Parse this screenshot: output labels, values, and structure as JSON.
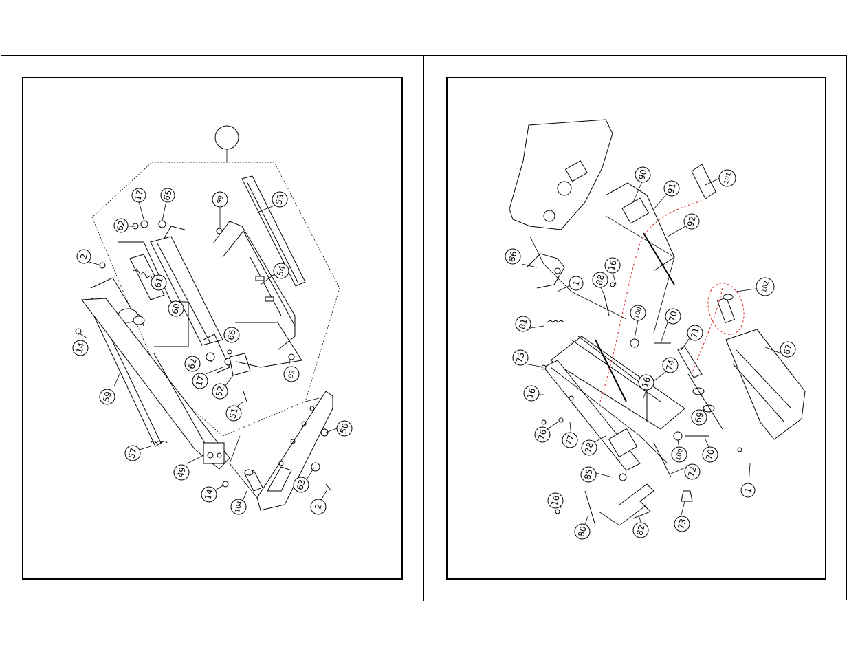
{
  "colors": {
    "line": "#000000",
    "highlight": "#e03030",
    "background": "#ffffff"
  },
  "left_panel": {
    "callouts": [
      {
        "id": "c2a",
        "label": "2"
      },
      {
        "id": "c17a",
        "label": "17"
      },
      {
        "id": "c65",
        "label": "65"
      },
      {
        "id": "c62a",
        "label": "62"
      },
      {
        "id": "c99a",
        "label": "99"
      },
      {
        "id": "c53",
        "label": "53"
      },
      {
        "id": "c61",
        "label": "61"
      },
      {
        "id": "c54",
        "label": "54"
      },
      {
        "id": "c60",
        "label": "60"
      },
      {
        "id": "c14a",
        "label": "14"
      },
      {
        "id": "c66",
        "label": "66"
      },
      {
        "id": "c62b",
        "label": "62"
      },
      {
        "id": "c99b",
        "label": "99"
      },
      {
        "id": "c17b",
        "label": "17"
      },
      {
        "id": "c52",
        "label": "52"
      },
      {
        "id": "c59",
        "label": "59"
      },
      {
        "id": "c51",
        "label": "51"
      },
      {
        "id": "c50",
        "label": "50"
      },
      {
        "id": "c57",
        "label": "57"
      },
      {
        "id": "c49",
        "label": "49"
      },
      {
        "id": "c14b",
        "label": "14"
      },
      {
        "id": "c104",
        "label": "104"
      },
      {
        "id": "c63",
        "label": "63"
      },
      {
        "id": "c2b",
        "label": "2"
      },
      {
        "id": "cblank",
        "label": ""
      }
    ]
  },
  "right_panel": {
    "callouts": [
      {
        "id": "r90",
        "label": "90"
      },
      {
        "id": "r101",
        "label": "101"
      },
      {
        "id": "r91",
        "label": "91"
      },
      {
        "id": "r92",
        "label": "92"
      },
      {
        "id": "r86",
        "label": "86"
      },
      {
        "id": "r16a",
        "label": "16"
      },
      {
        "id": "r1a",
        "label": "1"
      },
      {
        "id": "r88",
        "label": "88"
      },
      {
        "id": "r102",
        "label": "102"
      },
      {
        "id": "r100a",
        "label": "100"
      },
      {
        "id": "r70a",
        "label": "70"
      },
      {
        "id": "r81",
        "label": "81"
      },
      {
        "id": "r71",
        "label": "71"
      },
      {
        "id": "r67",
        "label": "67"
      },
      {
        "id": "r75",
        "label": "75"
      },
      {
        "id": "r74",
        "label": "74"
      },
      {
        "id": "r16b",
        "label": "16"
      },
      {
        "id": "r16c",
        "label": "16"
      },
      {
        "id": "r69",
        "label": "69"
      },
      {
        "id": "r76",
        "label": "76"
      },
      {
        "id": "r77",
        "label": "77"
      },
      {
        "id": "r78",
        "label": "78"
      },
      {
        "id": "r100b",
        "label": "100"
      },
      {
        "id": "r70b",
        "label": "70"
      },
      {
        "id": "r72",
        "label": "72"
      },
      {
        "id": "r85",
        "label": "85"
      },
      {
        "id": "r1b",
        "label": "1"
      },
      {
        "id": "r16d",
        "label": "16"
      },
      {
        "id": "r73",
        "label": "73"
      },
      {
        "id": "r80",
        "label": "80"
      },
      {
        "id": "r82",
        "label": "82"
      }
    ]
  }
}
